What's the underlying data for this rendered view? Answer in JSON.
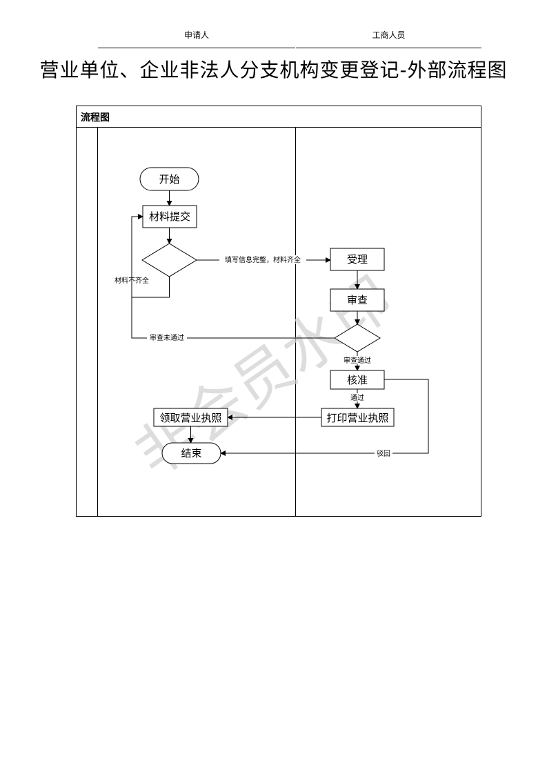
{
  "title": "营业单位、企业非法人分支机构变更登记-外部流程图",
  "frame": {
    "title": "流程图",
    "lanes": [
      "申请人",
      "工商人员"
    ]
  },
  "nodes": {
    "start": "开始",
    "submit": "材料提交",
    "accept": "受理",
    "review": "审查",
    "approve": "核准",
    "print": "打印营业执照",
    "collect": "领取营业执照",
    "end": "结束"
  },
  "edges": {
    "complete": "填写信息完整，材料齐全",
    "incomplete": "材料不齐全",
    "review_fail": "审查未通过",
    "review_pass": "审查通过",
    "pass": "通过",
    "reject": "驳回"
  },
  "watermark": "非会员水印"
}
